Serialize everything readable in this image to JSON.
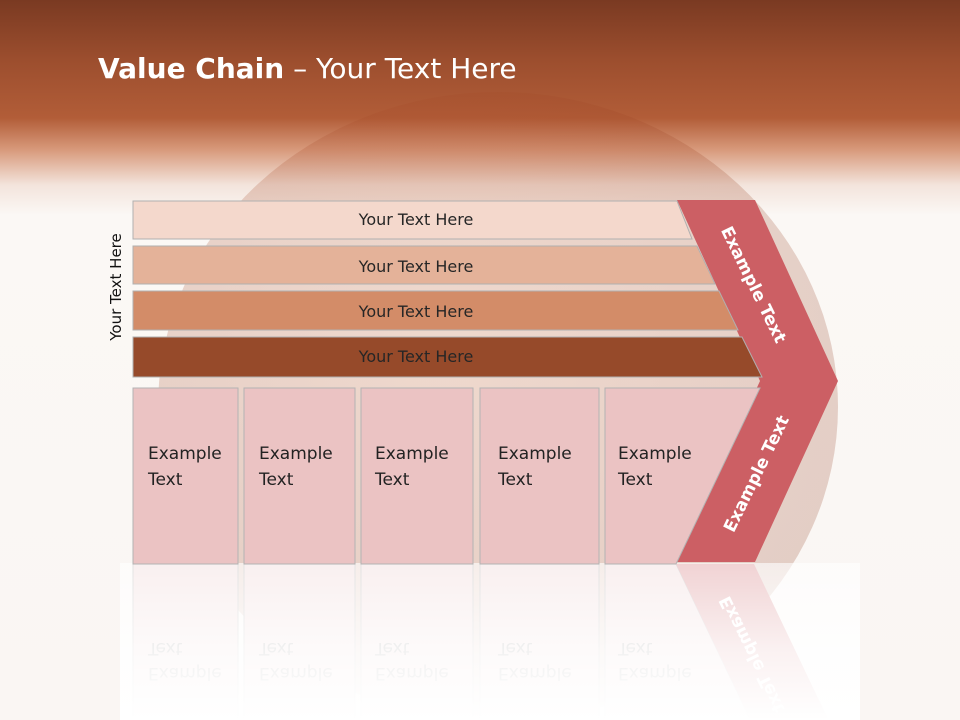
{
  "title": {
    "bold": "Value Chain",
    "rest": " – Your Text Here"
  },
  "side_label": "Your Text Here",
  "bars": [
    {
      "label": "Your Text Here",
      "color": "#f4d8cc"
    },
    {
      "label": "Your Text Here",
      "color": "#e4b299"
    },
    {
      "label": "Your Text Here",
      "color": "#d38c68"
    },
    {
      "label": "Your Text Here",
      "color": "#964a2a"
    }
  ],
  "cards": [
    {
      "line1": "Example",
      "line2": "Text"
    },
    {
      "line1": "Example",
      "line2": "Text"
    },
    {
      "line1": "Example",
      "line2": "Text"
    },
    {
      "line1": "Example",
      "line2": "Text"
    },
    {
      "line1": "Example",
      "line2": "Text"
    }
  ],
  "card_color": "#ebc3c3",
  "chevron": {
    "upper_label": "Example Text",
    "lower_label": "Example Text",
    "color": "#cc5f64"
  }
}
